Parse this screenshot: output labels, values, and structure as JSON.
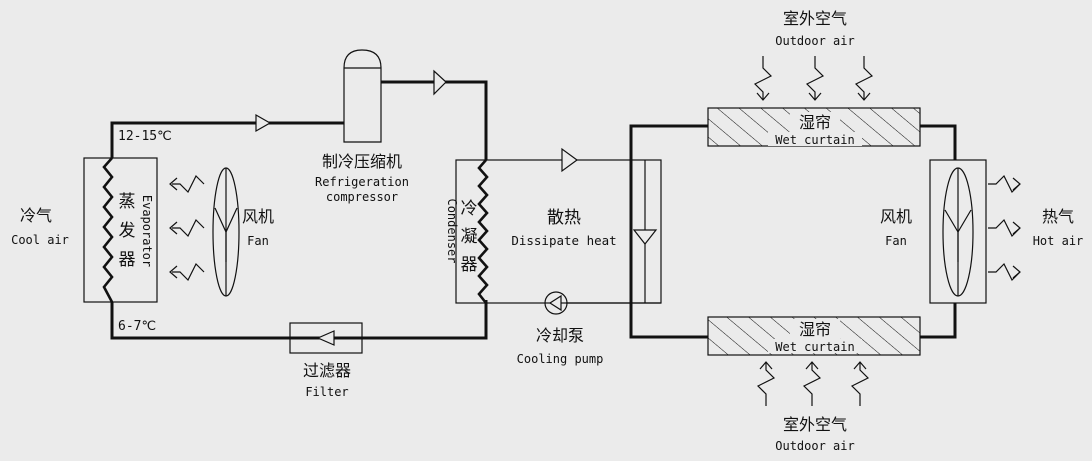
{
  "labels": {
    "temp_high": "12-15℃",
    "temp_low": "6-7℃",
    "compressor_cn": "制冷压缩机",
    "compressor_en1": "Refrigeration",
    "compressor_en2": "compressor",
    "cool_air_cn": "冷气",
    "cool_air_en": "Cool air",
    "evaporator_cn": [
      "蒸",
      "发",
      "器"
    ],
    "evaporator_en": "Evaporator",
    "fan_left_cn": "风机",
    "fan_left_en": "Fan",
    "condenser_en": "Condenser",
    "condenser_cn": [
      "冷",
      "凝",
      "器"
    ],
    "dissipate_cn": "散热",
    "dissipate_en": "Dissipate heat",
    "pump_cn": "冷却泵",
    "pump_en": "Cooling pump",
    "filter_cn": "过滤器",
    "filter_en": "Filter",
    "outdoor_top_cn": "室外空气",
    "outdoor_top_en": "Outdoor air",
    "outdoor_bottom_cn": "室外空气",
    "outdoor_bottom_en": "Outdoor air",
    "wet_top_cn": "湿帘",
    "wet_top_en": "Wet curtain",
    "wet_bottom_cn": "湿帘",
    "wet_bottom_en": "Wet curtain",
    "fan_right_cn": "风机",
    "fan_right_en": "Fan",
    "hot_air_cn": "热气",
    "hot_air_en": "Hot air"
  },
  "colors": {
    "background": "#ebebeb",
    "line": "#111111"
  }
}
